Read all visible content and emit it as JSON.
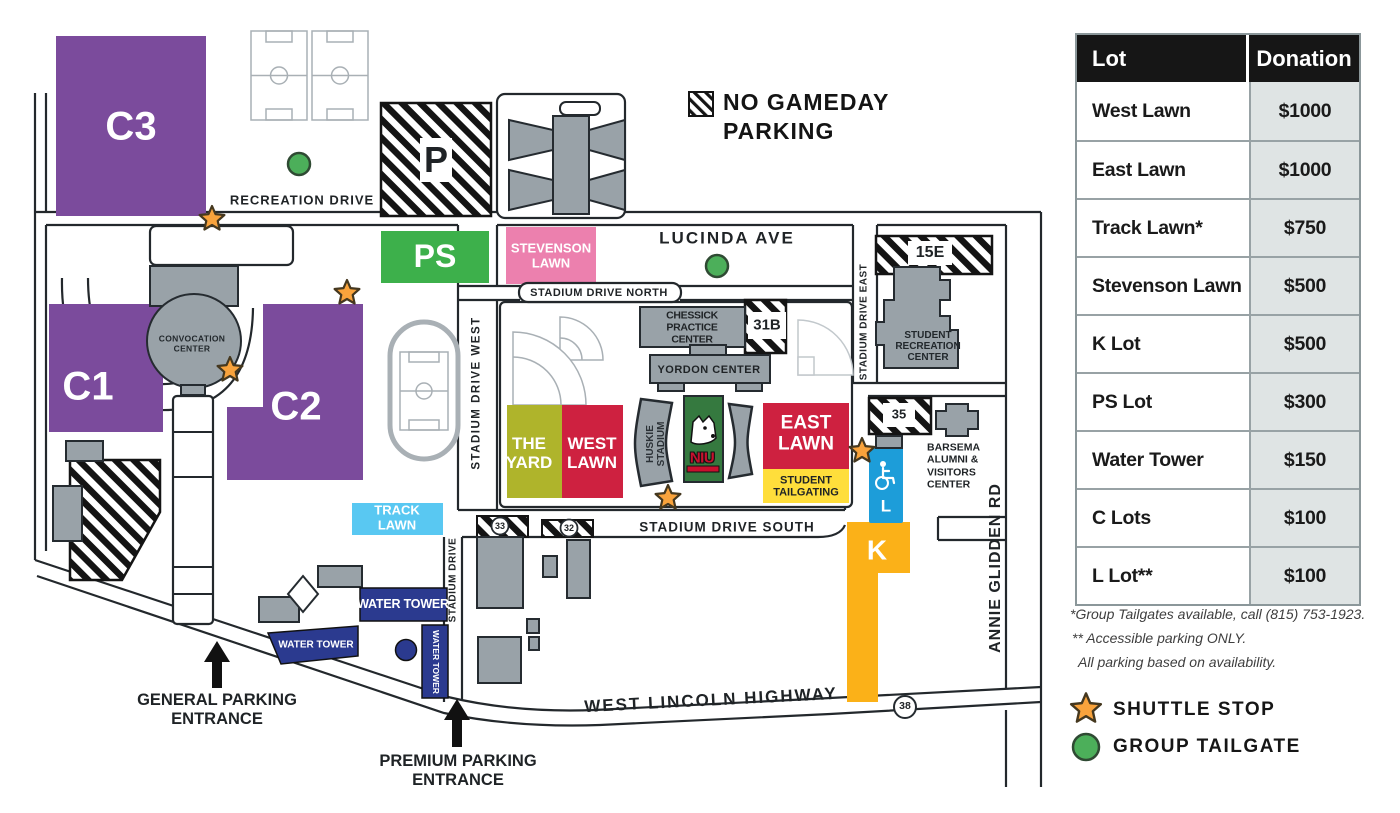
{
  "legend": {
    "no_gameday": [
      "NO GAMEDAY",
      "PARKING"
    ],
    "shuttle_stop": "SHUTTLE STOP",
    "group_tailgate": "GROUP TAILGATE"
  },
  "table": {
    "col_lot": "Lot",
    "col_donation": "Donation",
    "rows": [
      {
        "lot": "West Lawn",
        "donation": "$1000"
      },
      {
        "lot": "East Lawn",
        "donation": "$1000"
      },
      {
        "lot": "Track Lawn*",
        "donation": "$750"
      },
      {
        "lot": "Stevenson Lawn",
        "donation": "$500"
      },
      {
        "lot": "K Lot",
        "donation": "$500"
      },
      {
        "lot": "PS Lot",
        "donation": "$300"
      },
      {
        "lot": "Water Tower",
        "donation": "$150"
      },
      {
        "lot": "C Lots",
        "donation": "$100"
      },
      {
        "lot": "L Lot**",
        "donation": "$100"
      }
    ],
    "footnotes": [
      "*Group Tailgates available, call (815) 753-1923.",
      "** Accessible parking ONLY.",
      "All parking based on availability."
    ]
  },
  "map": {
    "lots": {
      "c3": "C3",
      "c1": "C1",
      "c2": "C2",
      "p": "P",
      "ps": "PS",
      "stevenson": [
        "STEVENSON",
        "LAWN"
      ],
      "the_yard": [
        "THE",
        "YARD"
      ],
      "west_lawn": [
        "WEST",
        "LAWN"
      ],
      "east_lawn": [
        "EAST",
        "LAWN"
      ],
      "student_tailgating": [
        "STUDENT",
        "TAILGATING"
      ],
      "track_lawn": [
        "TRACK",
        "LAWN"
      ],
      "water_tower": "WATER TOWER",
      "k": "K",
      "l": "L",
      "lot15e": "15E",
      "lot31b": "31B",
      "lot35": "35",
      "lot33": "33",
      "lot32": "32"
    },
    "buildings": {
      "convocation": [
        "CONVOCATION",
        "CENTER"
      ],
      "chessick": [
        "CHESSICK PRACTICE",
        "CENTER"
      ],
      "yordon": "YORDON CENTER",
      "huskie_stadium": [
        "HUSKIE",
        "STADIUM"
      ],
      "niu": "NIU",
      "student_rec": [
        "STUDENT",
        "RECREATION",
        "CENTER"
      ],
      "barsema": [
        "BARSEMA",
        "ALUMNI &",
        "VISITORS",
        "CENTER"
      ]
    },
    "roads": {
      "recreation": "RECREATION DRIVE",
      "lucinda": "LUCINDA AVE",
      "stadium_north": "STADIUM DRIVE NORTH",
      "stadium_west": "STADIUM DRIVE WEST",
      "stadium_east": "STADIUM DRIVE EAST",
      "stadium_south": "STADIUM DRIVE SOUTH",
      "stadium": "STADIUM DRIVE",
      "lincoln": "WEST LINCOLN HIGHWAY",
      "annie_glidden": "ANNIE GLIDDEN RD",
      "route38": "38"
    },
    "entrances": {
      "general": [
        "GENERAL PARKING",
        "ENTRANCE"
      ],
      "premium": [
        "PREMIUM PARKING",
        "ENTRANCE"
      ]
    }
  },
  "colors": {
    "purple": "#7B4B9C",
    "ps_green": "#3DB04B",
    "pink": "#EC80AE",
    "olive": "#AFB42B",
    "lawn_red": "#CE2140",
    "tailgate_yellow": "#FFDE3B",
    "track_sky": "#59C8F2",
    "navy": "#2B3A8F",
    "l_cyan": "#1D9DD9",
    "k_amber": "#FBB118",
    "building_gray": "#99A2A8",
    "field_green": "#35793F",
    "shuttle_star": "#F9A33C",
    "tailgate_green": "#4CAF5A",
    "niu_red": "#C8102E"
  }
}
